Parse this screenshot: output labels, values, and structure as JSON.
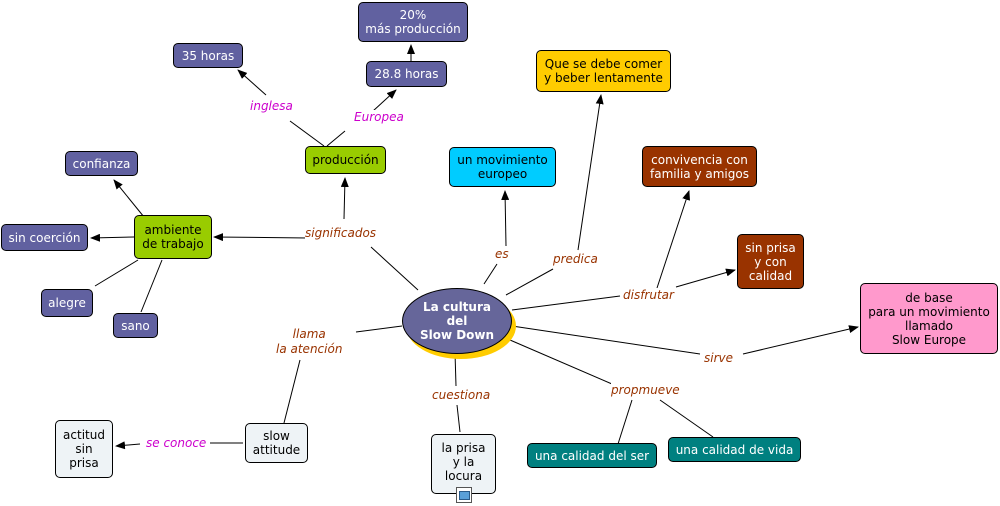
{
  "central": {
    "text": "La cultura\ndel\nSlow Down"
  },
  "nodes": {
    "produccion_20": "20%\nmás producción",
    "horas_35": "35 horas",
    "horas_288": "28.8 horas",
    "comer": "Que se debe comer\ny beber lentamente",
    "produccion": "producción",
    "confianza": "confianza",
    "movimiento": "un movimiento\neuropeo",
    "convivencia": "convivencia con\nfamilia y amigos",
    "ambiente": "ambiente\nde trabajo",
    "sin_coercion": "sin coerción",
    "sin_prisa": "sin prisa\ny con\ncalidad",
    "alegre": "alegre",
    "sano": "sano",
    "slow_europe": "de base\npara un movimiento\nllamado\nSlow Europe",
    "actitud": "actitud\nsin\nprisa",
    "slow_attitude": "slow\nattitude",
    "prisa_locura": "la prisa\ny la\nlocura",
    "calidad_ser": "una calidad del ser",
    "calidad_vida": "una calidad de vida"
  },
  "labels": {
    "inglesa": "inglesa",
    "europea": "Europea",
    "significados": "significados",
    "es": "es",
    "predica": "predica",
    "disfrutar": "disfrutar",
    "llama": "llama\nla atención",
    "sirve": "sirve",
    "propmueve": "propmueve",
    "cuestiona": "cuestiona",
    "se_conoce": "se conoce"
  },
  "colors": {
    "navy": "#6161a0",
    "green": "#99cc00",
    "cyan": "#00ccff",
    "gold": "#ffcc00",
    "brown": "#993300",
    "pink": "#ff99cc",
    "teal": "#008080",
    "pale": "#eef3f6",
    "label_brown": "#993300",
    "label_magenta": "#cc00cc"
  },
  "icons": {
    "image_attachment": "picture-icon"
  }
}
